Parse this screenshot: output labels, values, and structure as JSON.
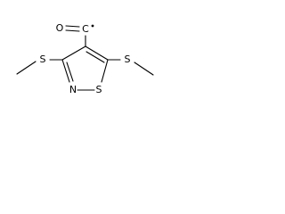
{
  "molecule": {
    "atoms": {
      "oxygen": "O",
      "carbon_carbonyl": "C",
      "sulfur_left": "S",
      "sulfur_right": "S",
      "nitrogen_ring": "N",
      "sulfur_ring": "S"
    }
  }
}
